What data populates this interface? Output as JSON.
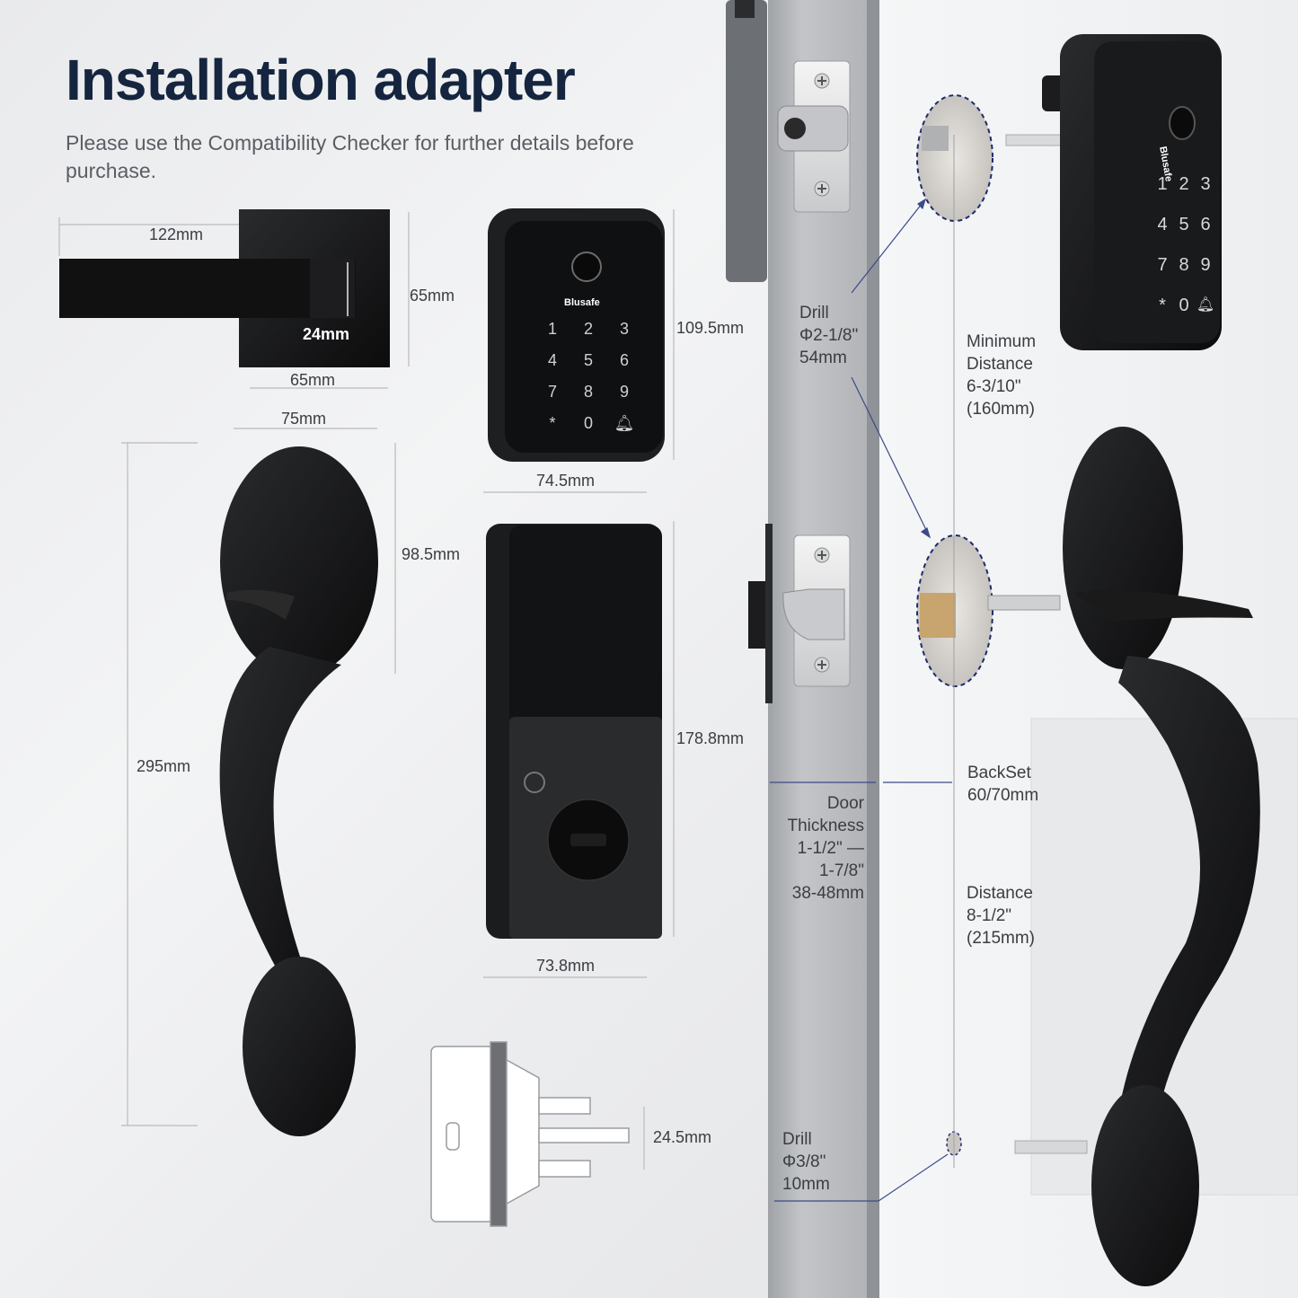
{
  "header": {
    "title": "Installation adapter",
    "subtitle": "Please use the Compatibility Checker for further details before purchase."
  },
  "lever_handle": {
    "length": "122mm",
    "lever_height": "24mm",
    "rose_height": "65mm",
    "rose_width": "65mm"
  },
  "keypad_top": {
    "brand": "Blusafe",
    "keys": [
      "1",
      "2",
      "3",
      "4",
      "5",
      "6",
      "7",
      "8",
      "9",
      "*",
      "0",
      "bell"
    ],
    "height": "109.5mm",
    "width": "74.5mm"
  },
  "grip_handle": {
    "plate_width": "75mm",
    "plate_height": "98.5mm",
    "total_height": "295mm"
  },
  "interior_unit": {
    "height": "178.8mm",
    "width": "73.8mm"
  },
  "adapter": {
    "spacing": "24.5mm"
  },
  "door_specs": {
    "drill_large": [
      "Drill",
      "Φ2-1/8\"",
      "54mm"
    ],
    "min_distance": [
      "Minimum",
      "Distance",
      "6-3/10\"",
      "(160mm)"
    ],
    "backset": [
      "BackSet",
      "60/70mm"
    ],
    "door_thickness": [
      "Door",
      "Thickness",
      "1-1/2\" —",
      "1-7/8\"",
      "38-48mm"
    ],
    "distance": [
      "Distance",
      "8-1/2\"",
      "(215mm)"
    ],
    "drill_small": [
      "Drill",
      "Φ3/8\"",
      "10mm"
    ]
  },
  "exploded_keypad": {
    "brand": "Blusafe",
    "keys": [
      "1",
      "2",
      "3",
      "4",
      "5",
      "6",
      "7",
      "8",
      "9",
      "*",
      "0",
      "bell"
    ]
  },
  "colors": {
    "title": "#15253f",
    "hardware": "#121212",
    "dimension_line": "#b8babd",
    "guide_line": "#3b4a8a",
    "door_edge": "#b7b9bc"
  }
}
